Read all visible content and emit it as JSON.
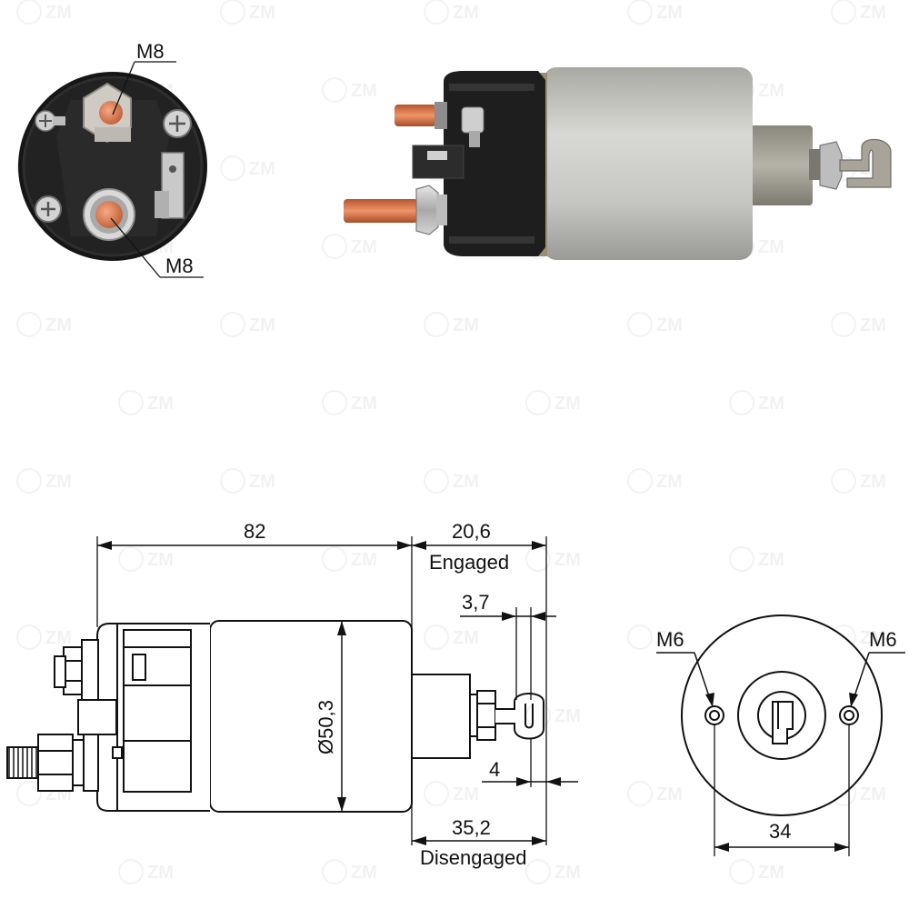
{
  "watermark": {
    "logo_text": "ZM"
  },
  "photo_end_view": {
    "thread_upper": "M8",
    "thread_lower": "M8"
  },
  "drawing_side": {
    "overall_length": "82",
    "engaged_dim": "20,6",
    "engaged_label": "Engaged",
    "hook_width": "3,7",
    "diameter": "Ø50,3",
    "hook_offset": "4",
    "disengaged_dim": "35,2",
    "disengaged_label": "Disengaged"
  },
  "drawing_end": {
    "hole_left": "M6",
    "hole_right": "M6",
    "hole_spacing": "34"
  },
  "colors": {
    "housing_silver": "#c4c4c0",
    "cap_black": "#1e1e1e",
    "copper": "#d9794f",
    "line": "#111111"
  }
}
